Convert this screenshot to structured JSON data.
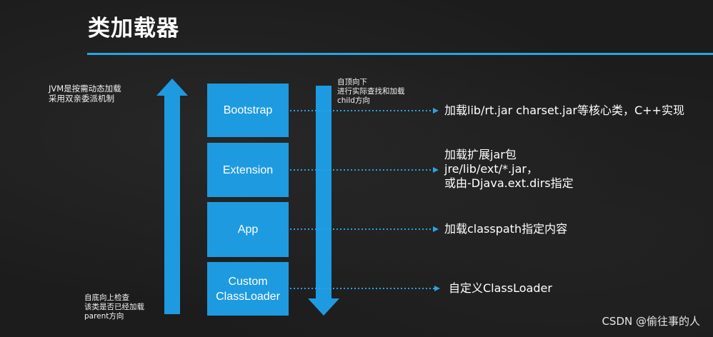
{
  "title": "类加载器",
  "left_note": [
    "JVM是按需动态加载",
    "采用双亲委派机制"
  ],
  "up_note": [
    "自底向上检查",
    "该类是否已经加载",
    "parent方向"
  ],
  "down_note": [
    "自顶向下",
    "进行实际查找和加载",
    "child方向"
  ],
  "loaders": [
    {
      "name": "Bootstrap",
      "description": [
        "加载lib/rt.jar charset.jar等核心类，C++实现"
      ]
    },
    {
      "name": "Extension",
      "description": [
        "加载扩展jar包",
        "jre/lib/ext/*.jar，",
        "或由-Djava.ext.dirs指定"
      ]
    },
    {
      "name": "App",
      "description": [
        "加载classpath指定内容"
      ]
    },
    {
      "name": "Custom ClassLoader",
      "name_lines": [
        "Custom",
        "ClassLoader"
      ],
      "description": [
        "自定义ClassLoader"
      ]
    }
  ],
  "watermark": "CSDN @偷往事的人",
  "colors": {
    "accent": "#1e9be0",
    "background": "#1c1c1c",
    "text": "#ffffff"
  }
}
